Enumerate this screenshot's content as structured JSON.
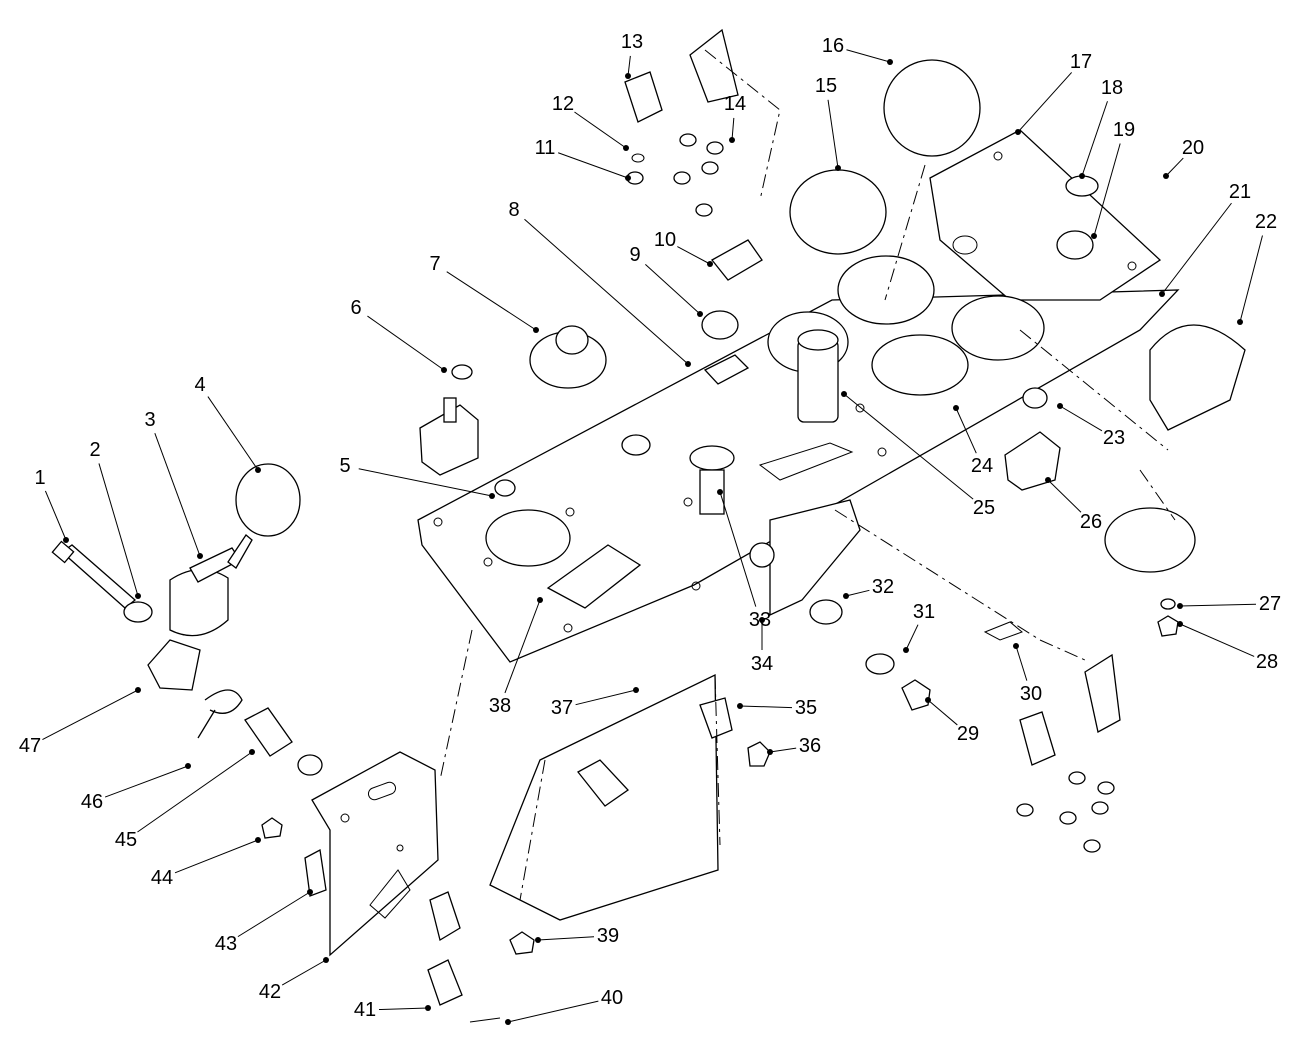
{
  "callouts": [
    "1",
    "2",
    "3",
    "4",
    "5",
    "6",
    "7",
    "8",
    "9",
    "10",
    "11",
    "12",
    "13",
    "14",
    "15",
    "16",
    "17",
    "18",
    "19",
    "20",
    "21",
    "22",
    "23",
    "24",
    "25",
    "26",
    "27",
    "28",
    "29",
    "30",
    "31",
    "32",
    "33",
    "34",
    "35",
    "36",
    "37",
    "38",
    "39",
    "40",
    "41",
    "42",
    "43",
    "44",
    "45",
    "46",
    "47"
  ]
}
